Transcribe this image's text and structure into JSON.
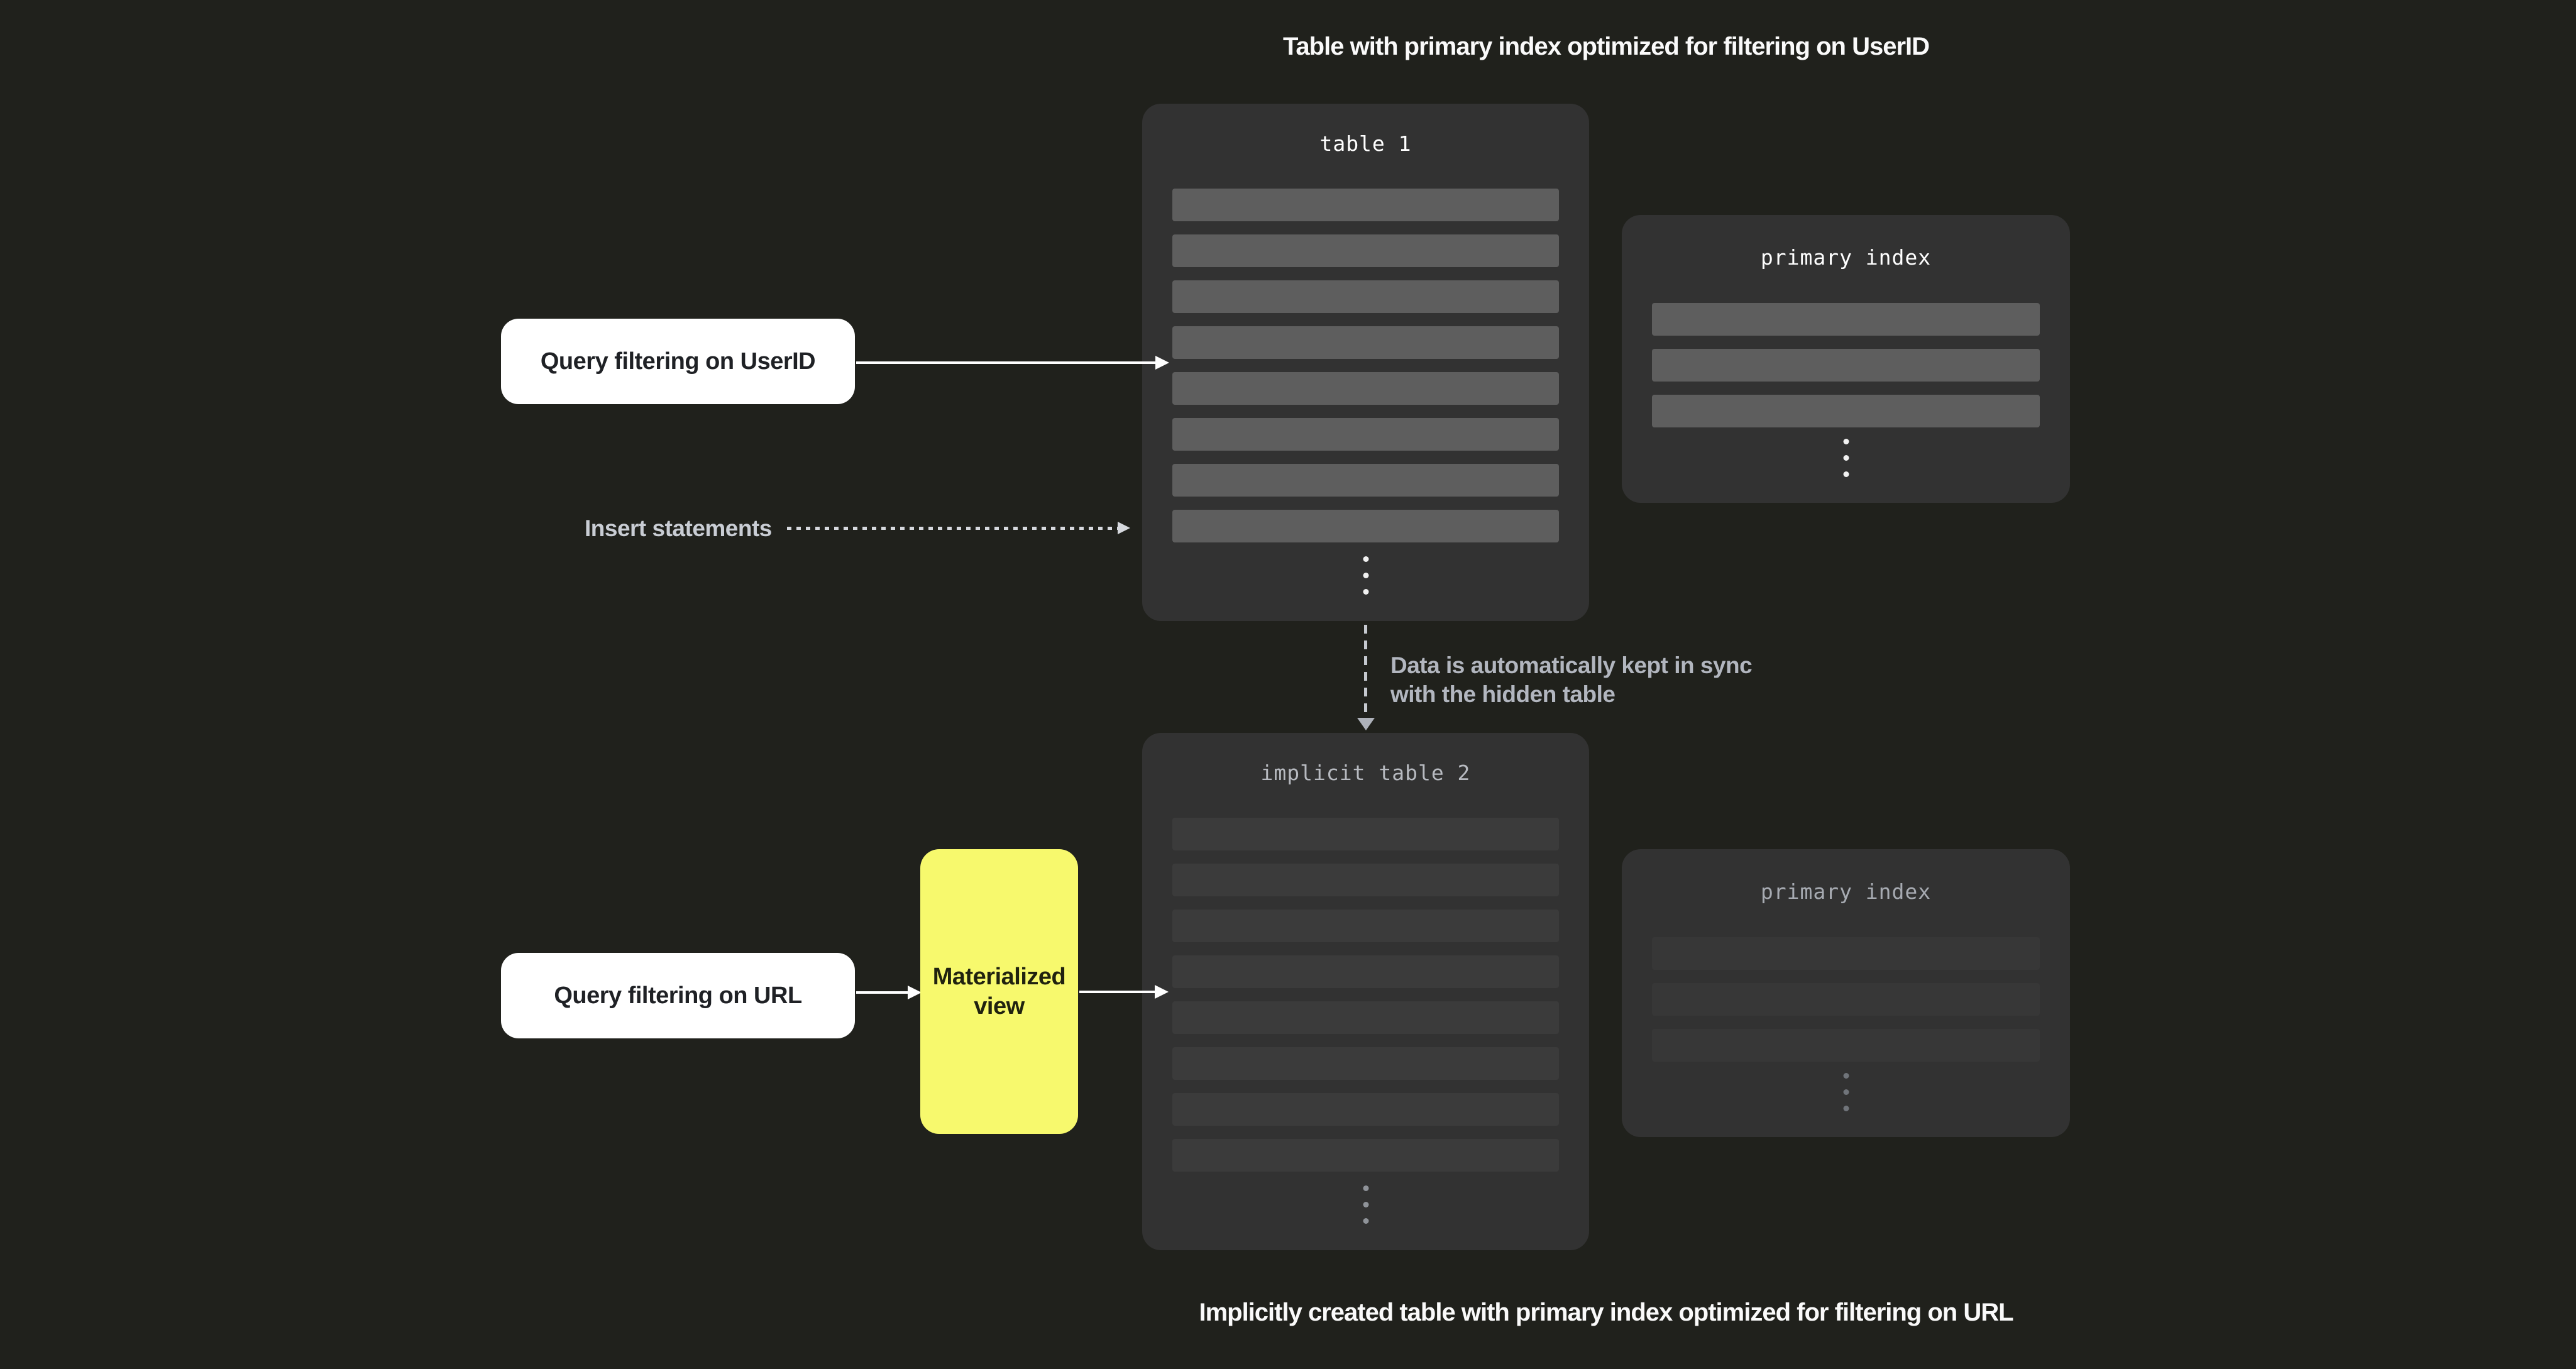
{
  "captions": {
    "top": "Table with primary index optimized for filtering on UserID",
    "bottom": "Implicitly created table with primary index optimized for filtering on URL"
  },
  "tables": {
    "table1": {
      "title": "table 1",
      "visible_rows": 8,
      "has_more_rows_ellipsis": true
    },
    "table2": {
      "title": "implicit table 2",
      "visible_rows": 8,
      "has_more_rows_ellipsis": true
    },
    "index1": {
      "title": "primary index",
      "visible_rows": 3,
      "has_more_rows_ellipsis": true
    },
    "index2": {
      "title": "primary index",
      "visible_rows": 3,
      "has_more_rows_ellipsis": true
    }
  },
  "labels": {
    "query_userid": "Query filtering on UserID",
    "query_url": "Query filtering on URL",
    "materialized_view": "Materialized view",
    "insert_statements": "Insert statements",
    "sync_line1": "Data is automatically kept in sync",
    "sync_line2": "with the hidden table"
  },
  "colors": {
    "background": "#20211c",
    "panel": "#323232",
    "row_bright": "#5e5e5e",
    "row_dim": "#3b3b3b",
    "accent_yellow": "#f7f96d",
    "pill_white": "#ffffff",
    "text_white": "#fafafa",
    "text_gray": "#b2b6bf"
  }
}
